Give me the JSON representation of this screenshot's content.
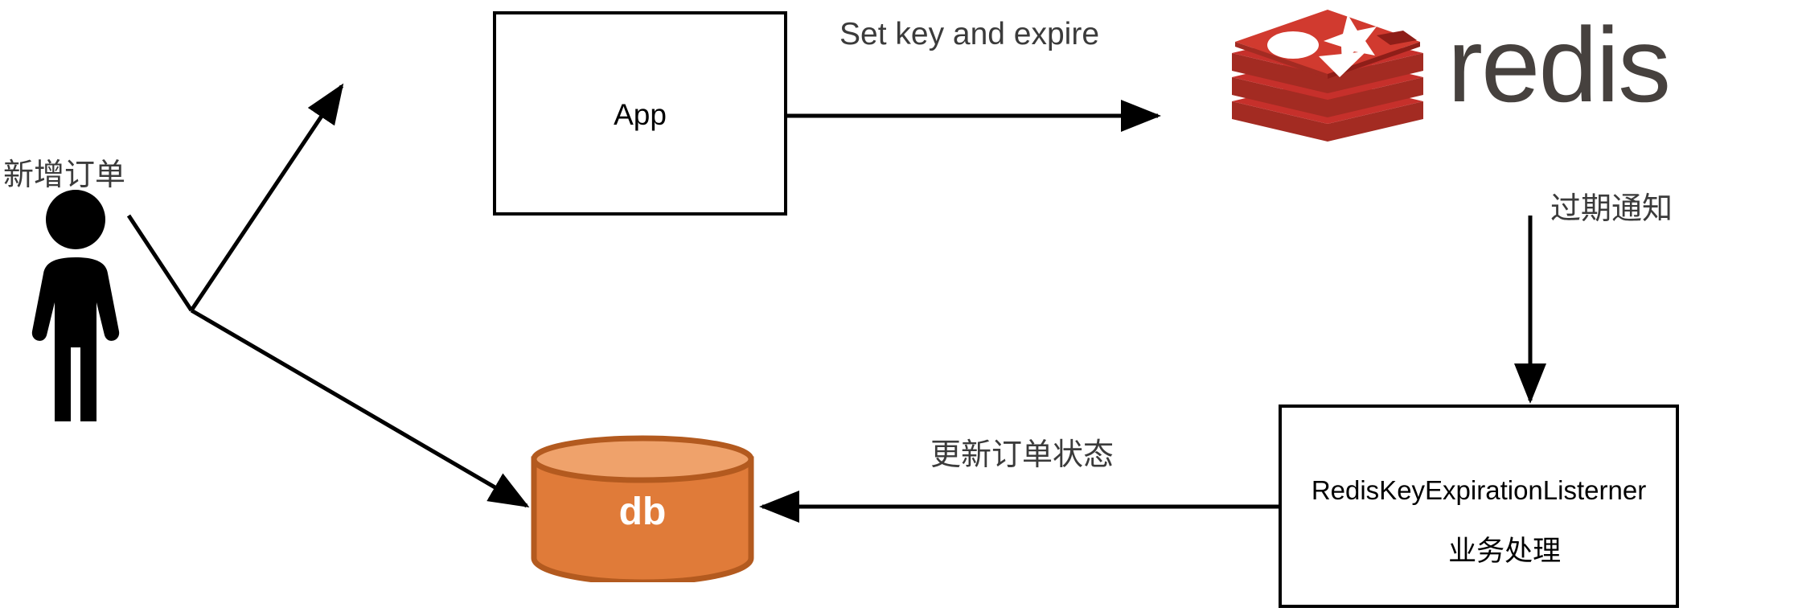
{
  "diagram": {
    "title": "Redis key expiration order flow",
    "background": "#ffffff",
    "colors": {
      "stroke": "#000000",
      "label_text": "#3b3b3b",
      "node_text": "#000000",
      "db_fill": "#E07B39",
      "db_top_fill": "#EFA26B",
      "db_stroke": "#B35A1F",
      "db_text": "#ffffff",
      "redis_red": "#C6302B",
      "redis_red_dark": "#9E231C",
      "redis_wordmark": "#46413E"
    },
    "nodes": [
      {
        "id": "actor",
        "type": "actor",
        "label": "新增订单"
      },
      {
        "id": "app",
        "type": "box",
        "label": "App"
      },
      {
        "id": "redis",
        "type": "logo",
        "label": "redis"
      },
      {
        "id": "db",
        "type": "cylinder",
        "label": "db"
      },
      {
        "id": "listener",
        "type": "box",
        "label_line1": "RedisKeyExpirationListerner",
        "label_line2": "业务处理"
      }
    ],
    "edges": [
      {
        "id": "actor-to-app",
        "from": "actor",
        "to": "app",
        "label": ""
      },
      {
        "id": "actor-to-db",
        "from": "actor",
        "to": "db",
        "label": ""
      },
      {
        "id": "app-to-redis",
        "from": "app",
        "to": "redis",
        "label": "Set key and expire"
      },
      {
        "id": "redis-to-listener",
        "from": "redis",
        "to": "listener",
        "label": "过期通知"
      },
      {
        "id": "listener-to-db",
        "from": "listener",
        "to": "db",
        "label": "更新订单状态"
      }
    ]
  },
  "labels": {
    "new_order": "新增订单",
    "app": "App",
    "set_key_and_expire": "Set key and expire",
    "redis_wordmark": "redis",
    "expiration_notice": "过期通知",
    "listener_class": "RedisKeyExpirationListerner",
    "listener_action": "业务处理",
    "update_order_status": "更新订单状态",
    "db": "db"
  }
}
